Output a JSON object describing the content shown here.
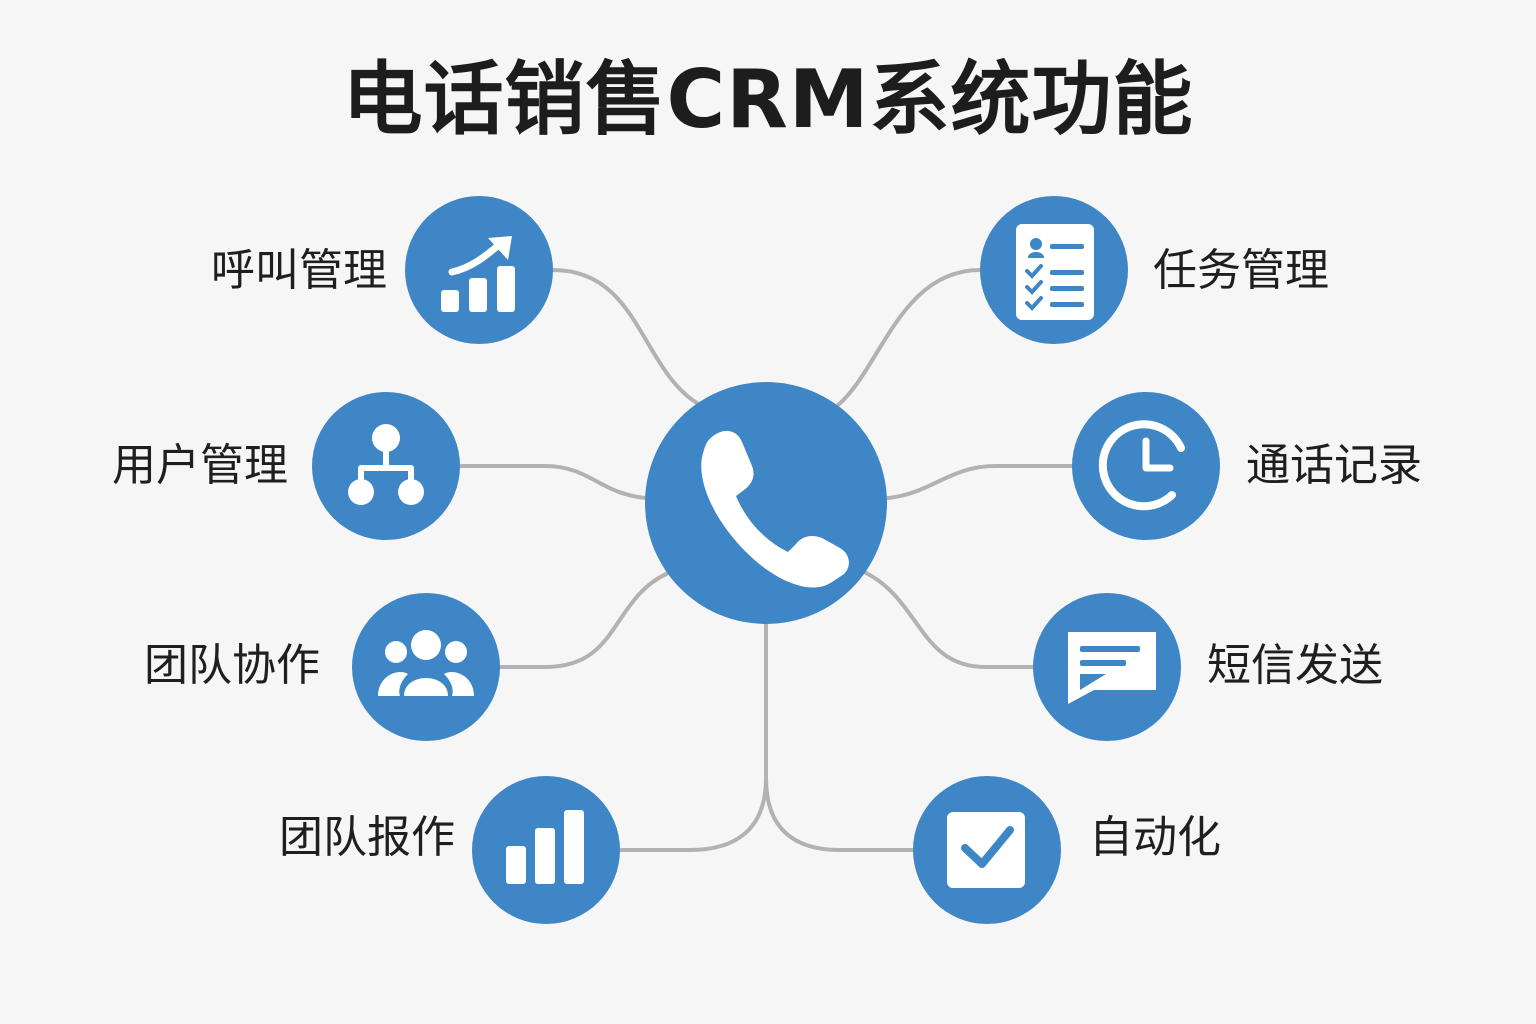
{
  "title": "电话销售CRM系统功能",
  "colors": {
    "node": "#3e86c6",
    "connector": "#b2b2b2",
    "background": "#f6f6f6",
    "text": "#1f1f1f",
    "icon": "#ffffff"
  },
  "center": {
    "icon": "phone-icon"
  },
  "nodes": [
    {
      "label": "呼叫管理",
      "icon": "trend-chart-icon"
    },
    {
      "label": "用户管理",
      "icon": "org-hierarchy-icon"
    },
    {
      "label": "团队协作",
      "icon": "team-people-icon"
    },
    {
      "label": "团队报作",
      "icon": "bar-chart-icon"
    },
    {
      "label": "任务管理",
      "icon": "checklist-icon"
    },
    {
      "label": "通话记录",
      "icon": "clock-icon"
    },
    {
      "label": "短信发送",
      "icon": "message-icon"
    },
    {
      "label": "自动化",
      "icon": "checkbox-icon"
    }
  ]
}
